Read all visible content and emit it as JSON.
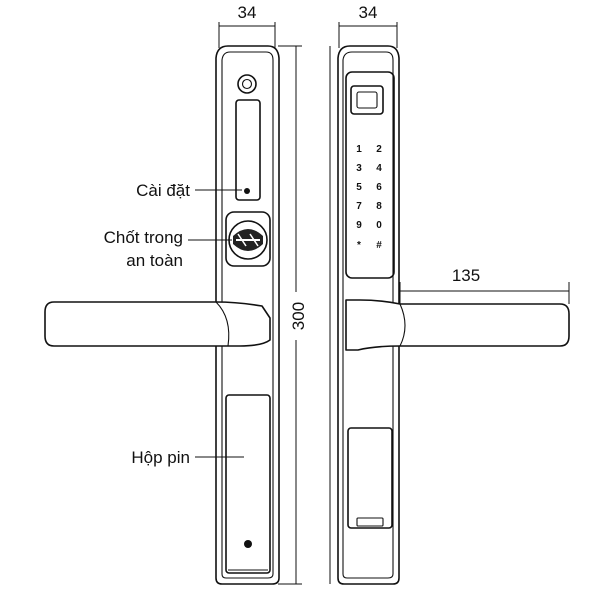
{
  "dimensions": {
    "front_width": "34",
    "back_width": "34",
    "height": "300",
    "handle_length": "135"
  },
  "labels": {
    "settings": "Cài đặt",
    "safety_lock_line1": "Chốt trong",
    "safety_lock_line2": "an toàn",
    "battery_box": "Hộp pin"
  },
  "keypad": {
    "keys": [
      "1",
      "2",
      "3",
      "4",
      "5",
      "6",
      "7",
      "8",
      "9",
      "0",
      "*",
      "#"
    ]
  }
}
